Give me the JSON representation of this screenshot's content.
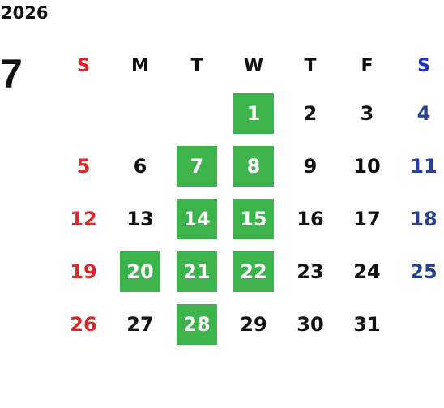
{
  "calendar": {
    "year": "2026",
    "month": "7",
    "weekdays": [
      "S",
      "M",
      "T",
      "W",
      "T",
      "F",
      "S"
    ],
    "weeks": [
      [
        "",
        "",
        "",
        "1",
        "2",
        "3",
        "4"
      ],
      [
        "5",
        "6",
        "7",
        "8",
        "9",
        "10",
        "11"
      ],
      [
        "12",
        "13",
        "14",
        "15",
        "16",
        "17",
        "18"
      ],
      [
        "19",
        "20",
        "21",
        "22",
        "23",
        "24",
        "25"
      ],
      [
        "26",
        "27",
        "28",
        "29",
        "30",
        "31",
        ""
      ]
    ],
    "highlighted_days": [
      "1",
      "7",
      "8",
      "14",
      "15",
      "20",
      "21",
      "22",
      "28"
    ]
  },
  "colors": {
    "highlight": "#3cb44b",
    "sunday": "#d42a2a",
    "saturday": "#26418f",
    "sunday_header": "#e02020",
    "saturday_header": "#1a2cd6"
  }
}
